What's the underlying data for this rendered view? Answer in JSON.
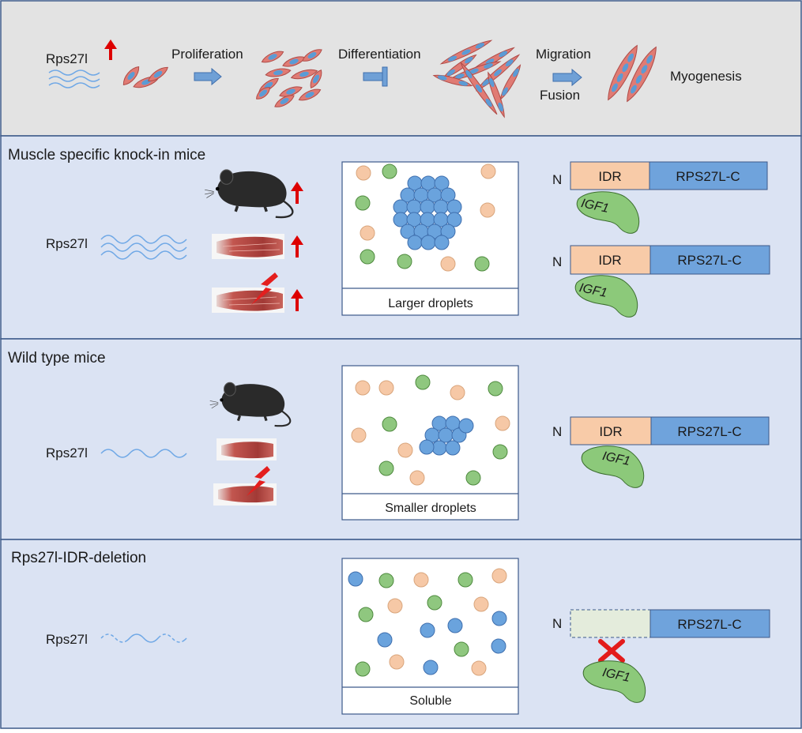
{
  "colors": {
    "top_panel_bg": "#e3e3e3",
    "panel_bg": "#dbe3f3",
    "panel_border": "#3d5a8a",
    "box_border": "#3d5a8a",
    "wave": "#6fa8e6",
    "arrow_fill": "#6fa0d6",
    "arrow_stroke": "#3f6fae",
    "up_arrow": "#dd0000",
    "cell": "#e07b74",
    "cell_border": "#b04c48",
    "nucleus": "#5b9bd5",
    "droplet_blue": "#6aa3dd",
    "droplet_orange": "#f6c8a6",
    "droplet_green": "#8fc77f",
    "idr": "#f8cba8",
    "rps_c": "#6fa3dc",
    "deleted": "#e4ecdc",
    "igf1": "#8cc97a",
    "cross": "#e31b1b"
  },
  "icons": {
    "mouse": "mouse-icon",
    "muscle": "muscle-tissue-icon",
    "injury": "lightning-bolt-icon",
    "increase": "red-up-arrow-icon",
    "promote": "blue-right-arrow-icon",
    "inhibit": "blue-inhibit-arrow-icon",
    "block": "red-x-icon"
  },
  "top_panel": {
    "gene": "Rps27l",
    "steps": [
      "Proliferation",
      "Differentiation",
      "Migration",
      "Fusion",
      "Myogenesis"
    ]
  },
  "panels": [
    {
      "title": "Muscle specific knock-in mice",
      "gene": "Rps27l",
      "box_label": "Larger droplets",
      "constructs": [
        {
          "n": "N",
          "idr": "IDR",
          "c": "RPS27L-C",
          "binder": "IGF1"
        },
        {
          "n": "N",
          "idr": "IDR",
          "c": "RPS27L-C",
          "binder": "IGF1"
        }
      ]
    },
    {
      "title": "Wild type mice",
      "gene": "Rps27l",
      "box_label": "Smaller droplets",
      "constructs": [
        {
          "n": "N",
          "idr": "IDR",
          "c": "RPS27L-C",
          "binder": "IGF1"
        }
      ]
    },
    {
      "title": "Rps27l-IDR-deletion",
      "gene": "Rps27l",
      "box_label": "Soluble",
      "constructs": [
        {
          "n": "N",
          "idr": "",
          "c": "RPS27L-C",
          "binder": "IGF1"
        }
      ]
    }
  ]
}
